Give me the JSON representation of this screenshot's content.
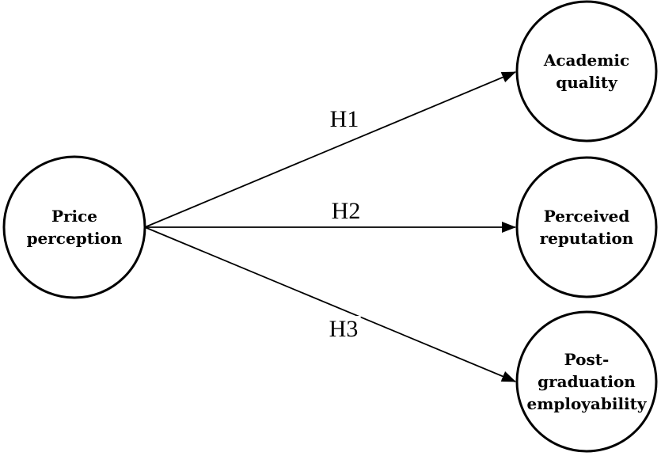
{
  "diagram": {
    "type": "path-model",
    "background_color": "#ffffff",
    "line_color": "#000000",
    "text_color": "#000000",
    "nodes": [
      {
        "id": "price-perception",
        "label": "Price perception"
      },
      {
        "id": "academic-quality",
        "label": "Academic quality"
      },
      {
        "id": "perceived-reputation",
        "label": "Perceived reputation"
      },
      {
        "id": "post-graduation-employability",
        "label": "Post-graduation employability"
      }
    ],
    "edges": [
      {
        "label": "H1",
        "from": "Price perception",
        "to": "Academic quality"
      },
      {
        "label": "H2",
        "from": "Price perception",
        "to": "Perceived reputation"
      },
      {
        "label": "H3",
        "from": "Price perception",
        "to": "Post-graduation employability"
      }
    ]
  }
}
